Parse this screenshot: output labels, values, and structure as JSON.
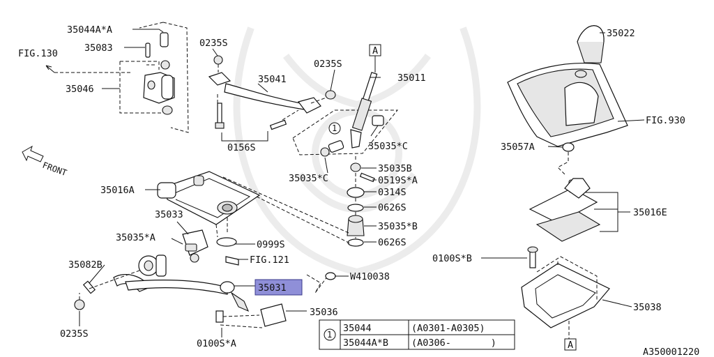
{
  "labels": {
    "p35044A_A": "35044A*A",
    "p35083": "35083",
    "fig130": "FIG.130",
    "p35046": "35046",
    "p0235S_a": "0235S",
    "p35041": "35041",
    "p0235S_b": "0235S",
    "p0156S": "0156S",
    "p35011": "35011",
    "box_a_top": "A",
    "p35035_C_r": "35035*C",
    "p35035_C_l": "35035*C",
    "p35035B": "35035B",
    "p0519S_A": "0519S*A",
    "p0314S": "0314S",
    "p0626S_a": "0626S",
    "p35035_B": "35035*B",
    "p0626S_b": "0626S",
    "front": "FRONT",
    "p35016A": "35016A",
    "p35033": "35033",
    "p35035_A": "35035*A",
    "p0999S": "0999S",
    "fig121": "FIG.121",
    "p35082B": "35082B",
    "p35031": "35031",
    "w410038": "W410038",
    "p35036": "35036",
    "p0235S_c": "0235S",
    "p0100S_A": "0100S*A",
    "p35022": "35022",
    "fig930": "FIG.930",
    "p35057A": "35057A",
    "p35016E": "35016E",
    "p0100S_B": "0100S*B",
    "p35038": "35038",
    "box_a_bottom": "A",
    "ref1": "1",
    "diagram_code": "A350001220"
  },
  "note_table": {
    "rows": [
      {
        "part": "35044",
        "range": "(A0301-A0305)"
      },
      {
        "part": "35044A*B",
        "range": "(A0306-       )"
      }
    ]
  },
  "highlight_color": "#8f8fd8"
}
